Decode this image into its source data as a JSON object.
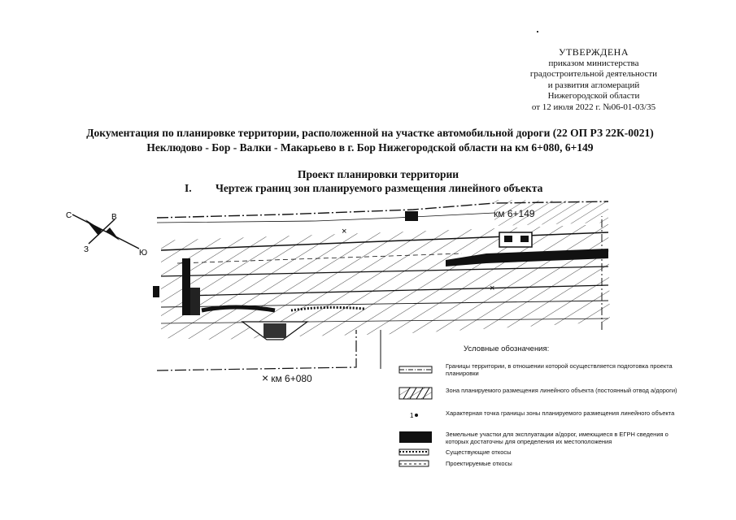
{
  "approval": {
    "heading": "УТВЕРЖДЕНА",
    "lines": [
      "приказом министерства",
      "градостроительной деятельности",
      "и развития агломераций",
      "Нижегородской области",
      "от 12 июля 2022 г. №06-01-03/35"
    ]
  },
  "title": {
    "line1": "Документация по планировке территории, расположенной на участке автомобильной дороги (22 ОП РЗ 22К-0021)",
    "line2": "Неклюдово - Бор - Валки - Макарьево в г. Бор Нижегородской области на км 6+080, 6+149"
  },
  "project": {
    "title": "Проект планировки территории",
    "section_number": "I.",
    "section_title": "Чертеж границ зон планируемого размещения линейного объекта"
  },
  "compass": {
    "n": "С",
    "e": "В",
    "w": "З",
    "s": "Ю"
  },
  "km_labels": {
    "top": "км 6+149",
    "bottom": "км 6+080",
    "marker": "×"
  },
  "legend": {
    "title": "Условные обозначения:",
    "items": [
      {
        "symbol": "boundary-line-icon",
        "text": "Границы территории, в отношении которой осуществляется подготовка проекта планировки"
      },
      {
        "symbol": "hatched-zone-icon",
        "text": "Зона планируемого размещения линейного объекта (постоянный отвод а/дороги)"
      },
      {
        "symbol": "point-icon",
        "text": "Характерная точка границы зоны планируемого размещения линейного объекта"
      },
      {
        "symbol": "land-parcel-icon",
        "text": "Земельные участки для эксплуатации а/дорог, имеющиеся в ЕГРН сведения о которых достаточны для определения их местоположения"
      },
      {
        "symbol": "existing-slope-icon",
        "text": "Существующие откосы"
      },
      {
        "symbol": "designed-slope-icon",
        "text": "Проектируемые откосы"
      }
    ]
  }
}
